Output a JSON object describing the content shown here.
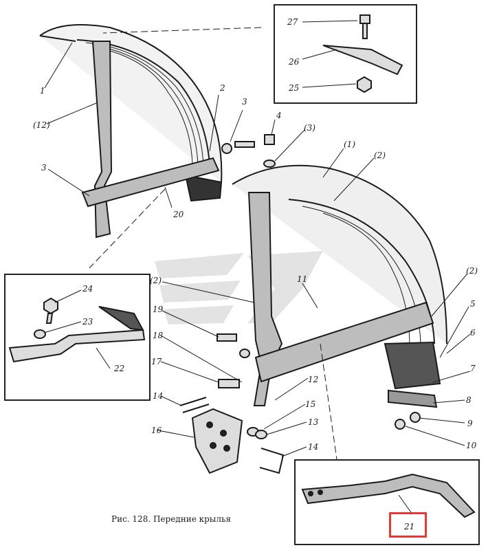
{
  "caption": "Рис. 128. Передние крылья",
  "highlight_color": "#e53935",
  "labels": {
    "l27": "27",
    "l26": "26",
    "l25": "25",
    "l1": "1",
    "l12p": "(12)",
    "l3a": "3",
    "l2a": "2",
    "l3b": "3",
    "l4": "4",
    "l3p": "(3)",
    "l20": "20",
    "l1p": "(1)",
    "l2p": "(2)",
    "l11": "11",
    "l2pb": "(2)",
    "l5": "5",
    "l6": "6",
    "l7": "7",
    "l8": "8",
    "l9": "9",
    "l10": "10",
    "l24": "24",
    "l23": "23",
    "l22": "22",
    "l2pc": "(2)",
    "l19": "19",
    "l18": "18",
    "l17": "17",
    "l12": "12",
    "l15": "15",
    "l13": "13",
    "l14a": "14",
    "l14b": "14",
    "l16": "16",
    "l21": "21"
  }
}
